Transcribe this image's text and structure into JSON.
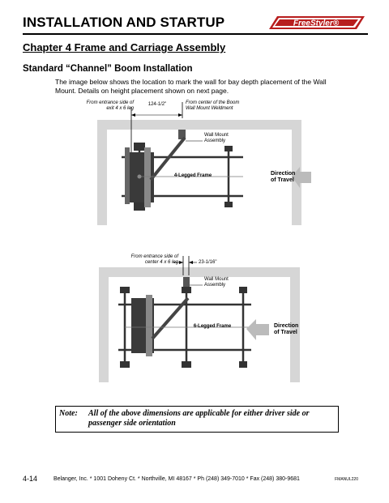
{
  "header": {
    "title": "INSTALLATION AND STARTUP",
    "logo_text": "FreeStyler®"
  },
  "chapter_title": "Chapter 4 Frame and Carriage Assembly",
  "section_title": "Standard “Channel” Boom Installation",
  "intro_text": "The image below shows the location to mark the wall for bay depth placement of the Wall Mount. Details on height placement shown on next page.",
  "diagram1": {
    "left_label_line1": "From entrance side of",
    "left_label_line2": "exit 4 x 6 leg",
    "dimension": "124-1/2\"",
    "right_label_line1": "From center of the Boom",
    "right_label_line2": "Wall Mount Weldment",
    "wall_mount_line1": "Wall Mount",
    "wall_mount_line2": "Assembly",
    "frame_label": "4-Legged Frame",
    "direction_line1": "Direction",
    "direction_line2": "of Travel"
  },
  "diagram2": {
    "left_label_line1": "From entrance side of",
    "left_label_line2": "center 4 x 6 leg",
    "dimension": "23-1/16\"",
    "wall_mount_line1": "Wall Mount",
    "wall_mount_line2": "Assembly",
    "frame_label": "6-Legged Frame",
    "direction_line1": "Direction",
    "direction_line2": "of Travel"
  },
  "note": {
    "label": "Note:",
    "line1": "All of the above dimensions are applicable for either driver side or",
    "line2": "passenger side orientation"
  },
  "footer": {
    "page_number": "4-14",
    "text": "Belanger, Inc. * 1001 Doheny Ct. * Northville, MI 48167 * Ph (248) 349-7010 * Fax (248) 380-9681",
    "code": "FMANUL220"
  }
}
